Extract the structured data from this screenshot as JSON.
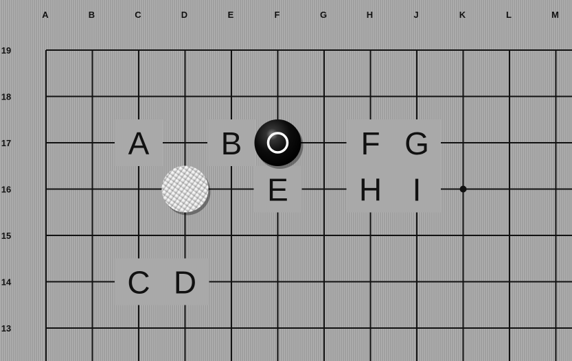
{
  "board": {
    "columns": [
      "A",
      "B",
      "C",
      "D",
      "E",
      "F",
      "G",
      "H",
      "J",
      "K",
      "L",
      "M"
    ],
    "rows": [
      "19",
      "18",
      "17",
      "16",
      "15",
      "14",
      "13"
    ]
  },
  "stones": [
    {
      "color": "black",
      "point": "F17",
      "marker": "circle"
    },
    {
      "color": "white",
      "point": "D16"
    }
  ],
  "star_points": [
    "K16"
  ],
  "labels": [
    {
      "text": "A",
      "point": "C17"
    },
    {
      "text": "B",
      "point": "E17"
    },
    {
      "text": "F",
      "point": "H17"
    },
    {
      "text": "G",
      "point": "J17"
    },
    {
      "text": "E",
      "point": "F16"
    },
    {
      "text": "H",
      "point": "H16"
    },
    {
      "text": "I",
      "point": "J16"
    },
    {
      "text": "C",
      "point": "C14"
    },
    {
      "text": "D",
      "point": "D14"
    }
  ],
  "colors": {
    "board": "#a9a9a9",
    "line": "#111111",
    "black_stone": "#0c0c0c",
    "white_stone": "#e0e0e0",
    "marker": "#ffffff"
  }
}
